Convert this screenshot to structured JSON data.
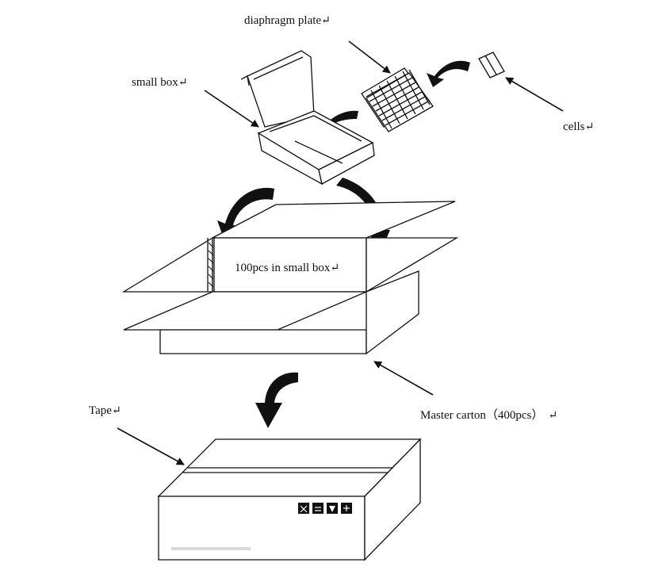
{
  "labels": {
    "diaphragm_plate": "diaphragm plate",
    "small_box": "small box",
    "cells": "cells",
    "in_small_box": "100pcs in small box",
    "tape": "Tape",
    "master_carton": "Master carton（400pcs）"
  },
  "return_mark": "↵",
  "colors": {
    "ink": "#111111",
    "paper": "#ffffff"
  }
}
